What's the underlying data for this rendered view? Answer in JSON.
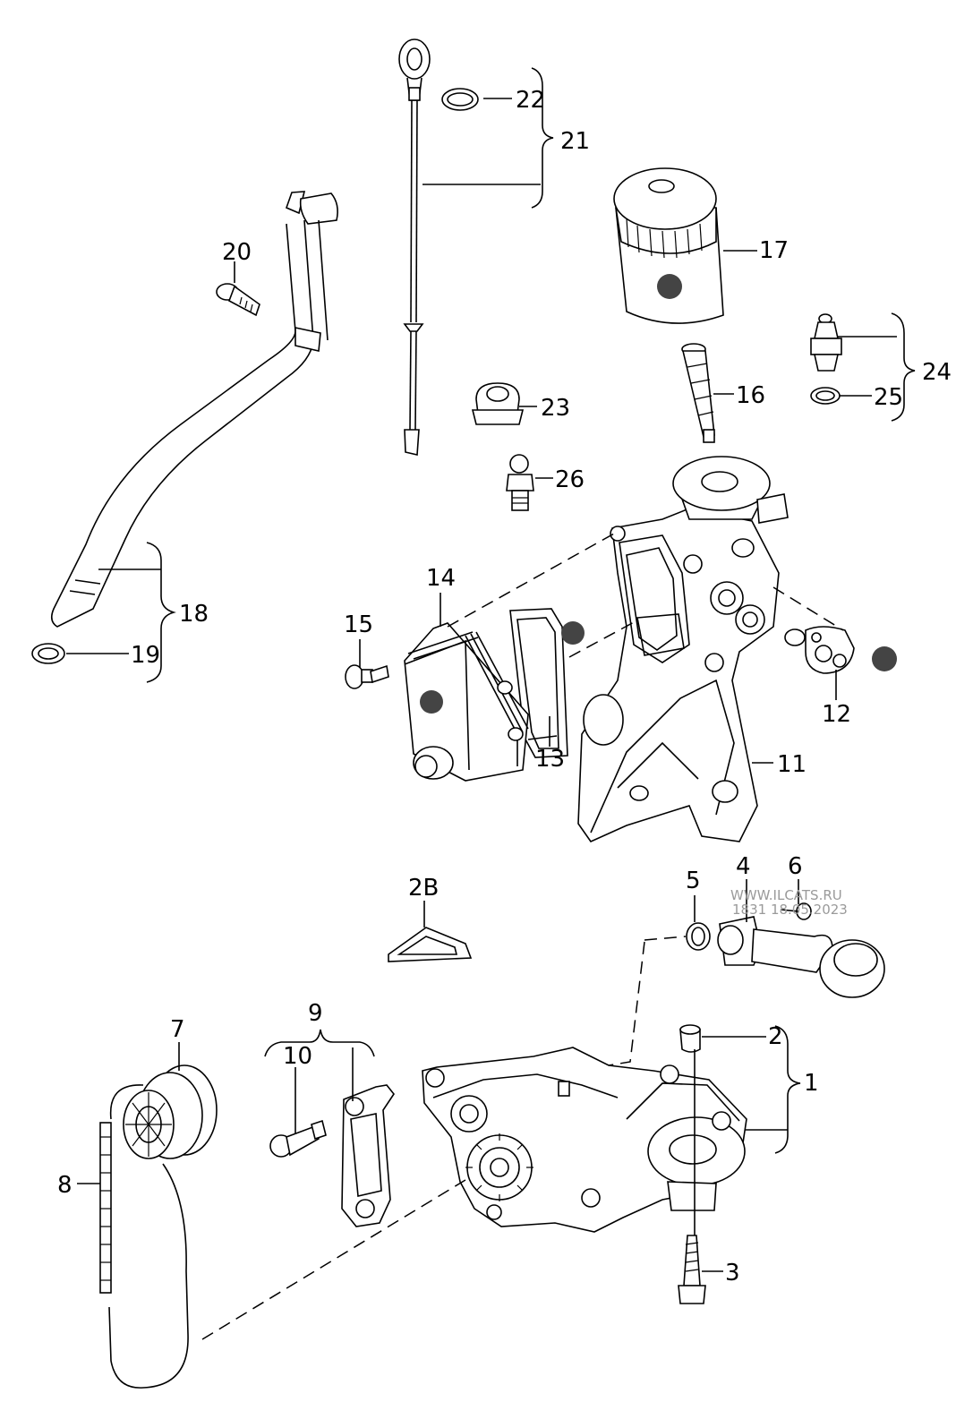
{
  "watermark": {
    "site": "WWW.ILCATS.RU",
    "stamp": "1831 18.05.2023"
  },
  "callouts": {
    "c1": "1",
    "c2": "2",
    "c2b": "2B",
    "c3": "3",
    "c4": "4",
    "c5": "5",
    "c6": "6",
    "c7": "7",
    "c8": "8",
    "c9": "9",
    "c10": "10",
    "c11": "11",
    "c12": "12",
    "c13": "13",
    "c14": "14",
    "c15": "15",
    "c16": "16",
    "c17": "17",
    "c18": "18",
    "c19": "19",
    "c20": "20",
    "c21": "21",
    "c22": "22",
    "c23": "23",
    "c24": "24",
    "c25": "25",
    "c26": "26"
  },
  "colors": {
    "line": "#000000",
    "marker_dot": "#444444",
    "watermark": "#9a9a9a"
  }
}
